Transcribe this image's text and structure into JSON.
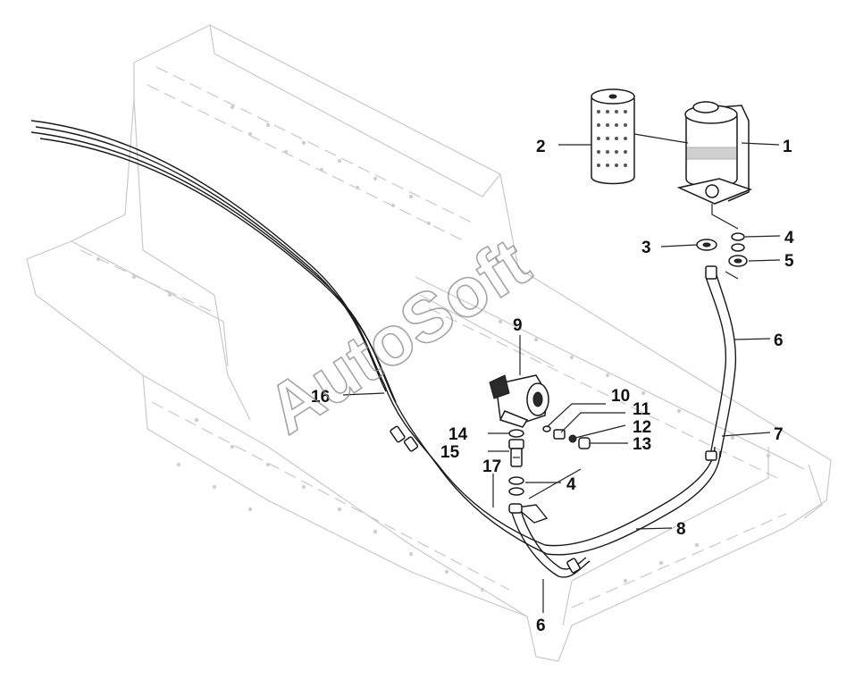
{
  "watermark": "AutoSoft",
  "callouts": [
    {
      "id": "c1",
      "label": "1"
    },
    {
      "id": "c2",
      "label": "2"
    },
    {
      "id": "c3",
      "label": "3"
    },
    {
      "id": "c4a",
      "label": "4"
    },
    {
      "id": "c5",
      "label": "5"
    },
    {
      "id": "c6a",
      "label": "6"
    },
    {
      "id": "c7",
      "label": "7"
    },
    {
      "id": "c8",
      "label": "8"
    },
    {
      "id": "c9",
      "label": "9"
    },
    {
      "id": "c10",
      "label": "10"
    },
    {
      "id": "c11",
      "label": "11"
    },
    {
      "id": "c12",
      "label": "12"
    },
    {
      "id": "c13",
      "label": "13"
    },
    {
      "id": "c14",
      "label": "14"
    },
    {
      "id": "c15",
      "label": "15"
    },
    {
      "id": "c16",
      "label": "16"
    },
    {
      "id": "c17",
      "label": "17"
    },
    {
      "id": "c4b",
      "label": "4"
    },
    {
      "id": "c6b",
      "label": "6"
    }
  ],
  "colors": {
    "ink": "#111111",
    "frame": "#c9c9c9",
    "watermark": "#888888"
  }
}
